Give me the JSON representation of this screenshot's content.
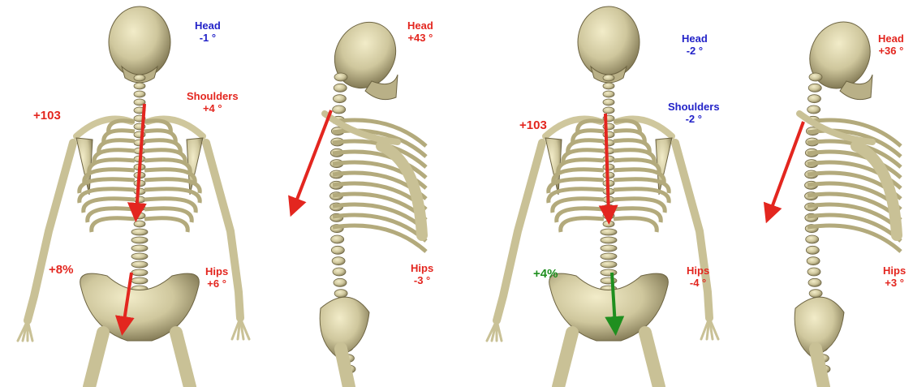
{
  "colors": {
    "bone": "#d6cfa8",
    "bone_shadow": "#8c8259",
    "bone_dark": "#5e5637",
    "red": "#e3261f",
    "blue": "#2323c8",
    "green": "#1f8f1f"
  },
  "panels": [
    {
      "view": "front",
      "head": {
        "title": "Head",
        "value": "-1 °",
        "color": "blue"
      },
      "shoulders": {
        "title": "Shoulders",
        "value": "+4 °",
        "color": "red"
      },
      "hips": {
        "title": "Hips",
        "value": "+6 °",
        "color": "red"
      },
      "angle": {
        "value": "+103",
        "color": "red"
      },
      "percent": {
        "value": "+8%",
        "color": "red"
      },
      "arrow_upper_color": "red",
      "arrow_lower_color": "red"
    },
    {
      "view": "side",
      "head": {
        "title": "Head",
        "value": "+43 °",
        "color": "red"
      },
      "hips": {
        "title": "Hips",
        "value": "-3 °",
        "color": "red"
      },
      "arrow_color": "red"
    },
    {
      "view": "front",
      "head": {
        "title": "Head",
        "value": "-2 °",
        "color": "blue"
      },
      "shoulders": {
        "title": "Shoulders",
        "value": "-2 °",
        "color": "blue"
      },
      "hips": {
        "title": "Hips",
        "value": "-4 °",
        "color": "red"
      },
      "angle": {
        "value": "+103",
        "color": "red"
      },
      "percent": {
        "value": "+4%",
        "color": "green"
      },
      "arrow_upper_color": "red",
      "arrow_lower_color": "green"
    },
    {
      "view": "side",
      "head": {
        "title": "Head",
        "value": "+36 °",
        "color": "red"
      },
      "hips": {
        "title": "Hips",
        "value": "+3 °",
        "color": "red"
      },
      "arrow_color": "red"
    }
  ]
}
